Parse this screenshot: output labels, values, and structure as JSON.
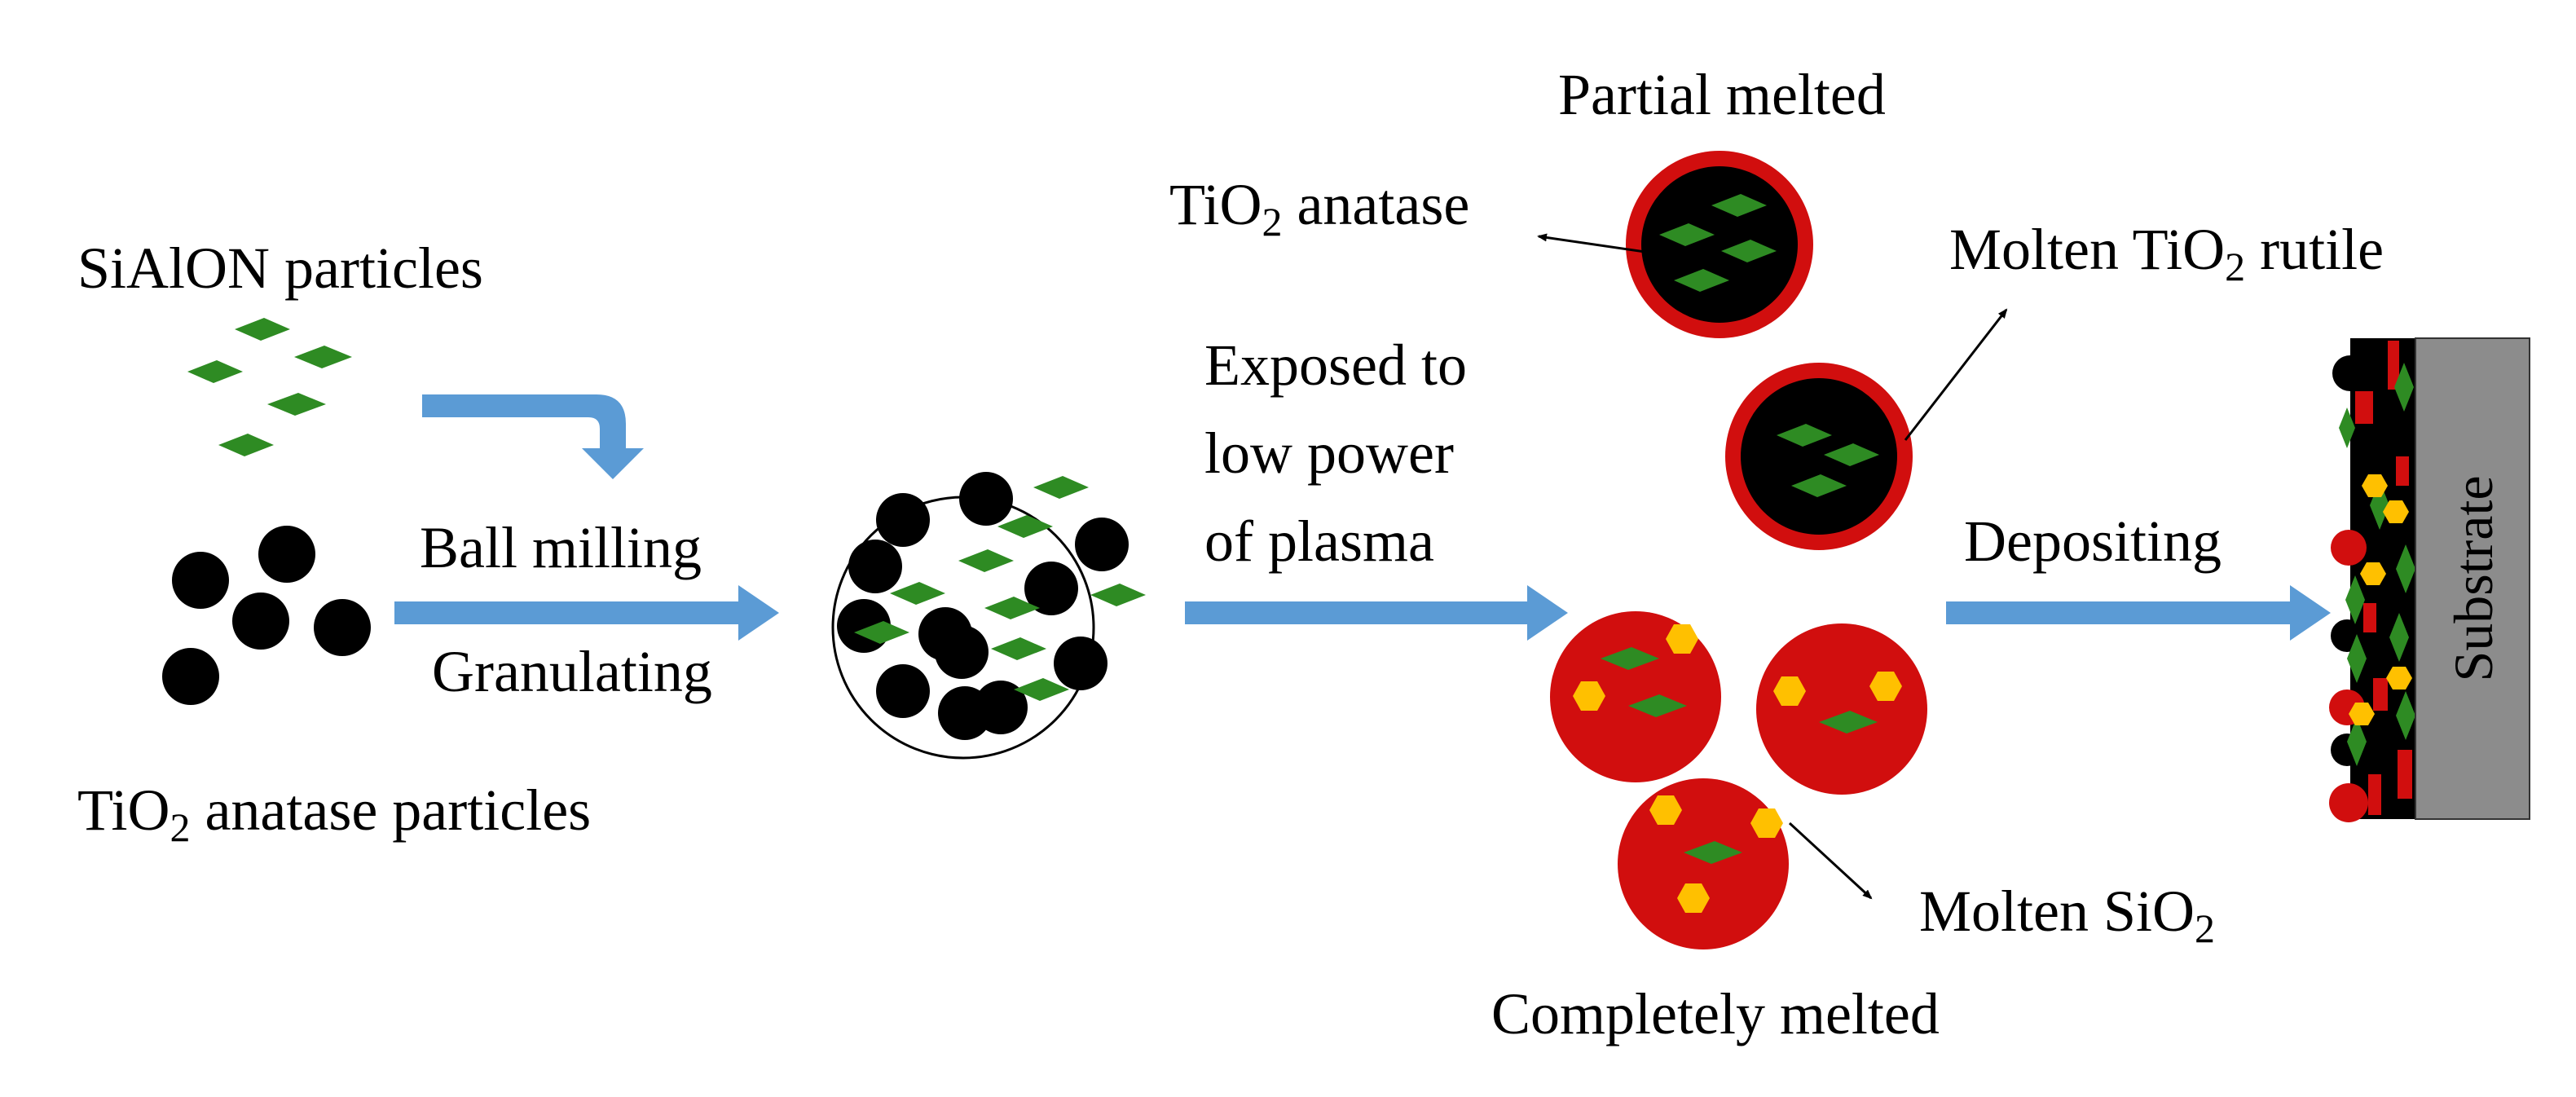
{
  "labels": {
    "sialon_particles": "SiAlON particles",
    "tio2_anatase_particles_main": "TiO",
    "tio2_anatase_particles_sub": "2",
    "tio2_anatase_particles_rest": " anatase particles",
    "ball_milling": "Ball milling",
    "granulating": "Granulating",
    "exposed_line1": "Exposed to",
    "exposed_line2": "low power",
    "exposed_line3": "of plasma",
    "partial_melted": "Partial melted",
    "tio2_anatase_main": "TiO",
    "tio2_anatase_sub": "2",
    "tio2_anatase_rest": " anatase",
    "molten_rutile_pre": "Molten TiO",
    "molten_rutile_sub": "2",
    "molten_rutile_rest": " rutile",
    "depositing": "Depositing",
    "substrate": "Substrate",
    "molten_sio2_pre": "Molten SiO",
    "molten_sio2_sub": "2",
    "completely_melted": "Completely melted"
  },
  "colors": {
    "sialon_green": "#2e8b23",
    "tio2_black": "#000000",
    "molten_red": "#d10e0e",
    "sio2_yellow": "#ffc000",
    "arrow_blue": "#5b9bd5",
    "substrate_gray": "#8c8c8c"
  }
}
